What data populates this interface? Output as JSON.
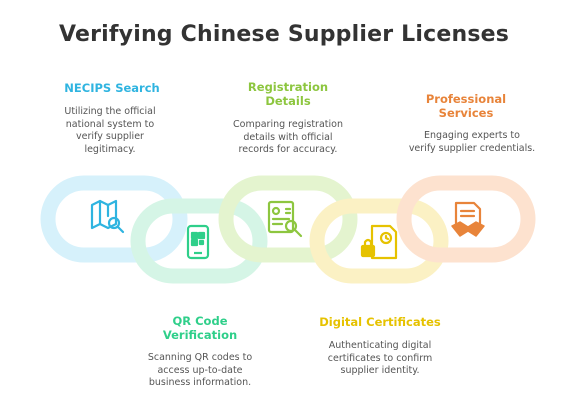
{
  "title": "Verifying Chinese Supplier Licenses",
  "steps": [
    {
      "label": "NECIPS Search",
      "desc": [
        "Utilizing the official",
        "national system to",
        "verify supplier",
        "legitimacy."
      ],
      "color": "#2fb4e0",
      "icon": "map-search-icon"
    },
    {
      "label": "QR Code",
      "label2": "Verification",
      "desc": [
        "Scanning QR codes to",
        "access up-to-date",
        "business information."
      ],
      "color": "#2fcf8a",
      "icon": "qr-phone-icon"
    },
    {
      "label": "Registration",
      "label2": "Details",
      "desc": [
        "Comparing registration",
        "details with official",
        "records for accuracy."
      ],
      "color": "#8dc63f",
      "icon": "id-card-search-icon"
    },
    {
      "label": "Digital Certificates",
      "desc": [
        "Authenticating digital",
        "certificates to confirm",
        "supplier identity."
      ],
      "color": "#e6c200",
      "icon": "certificate-lock-icon"
    },
    {
      "label": "Professional",
      "label2": "Services",
      "desc": [
        "Engaging experts to",
        "verify supplier credentials."
      ],
      "color": "#e8843a",
      "icon": "handshake-document-icon"
    }
  ]
}
